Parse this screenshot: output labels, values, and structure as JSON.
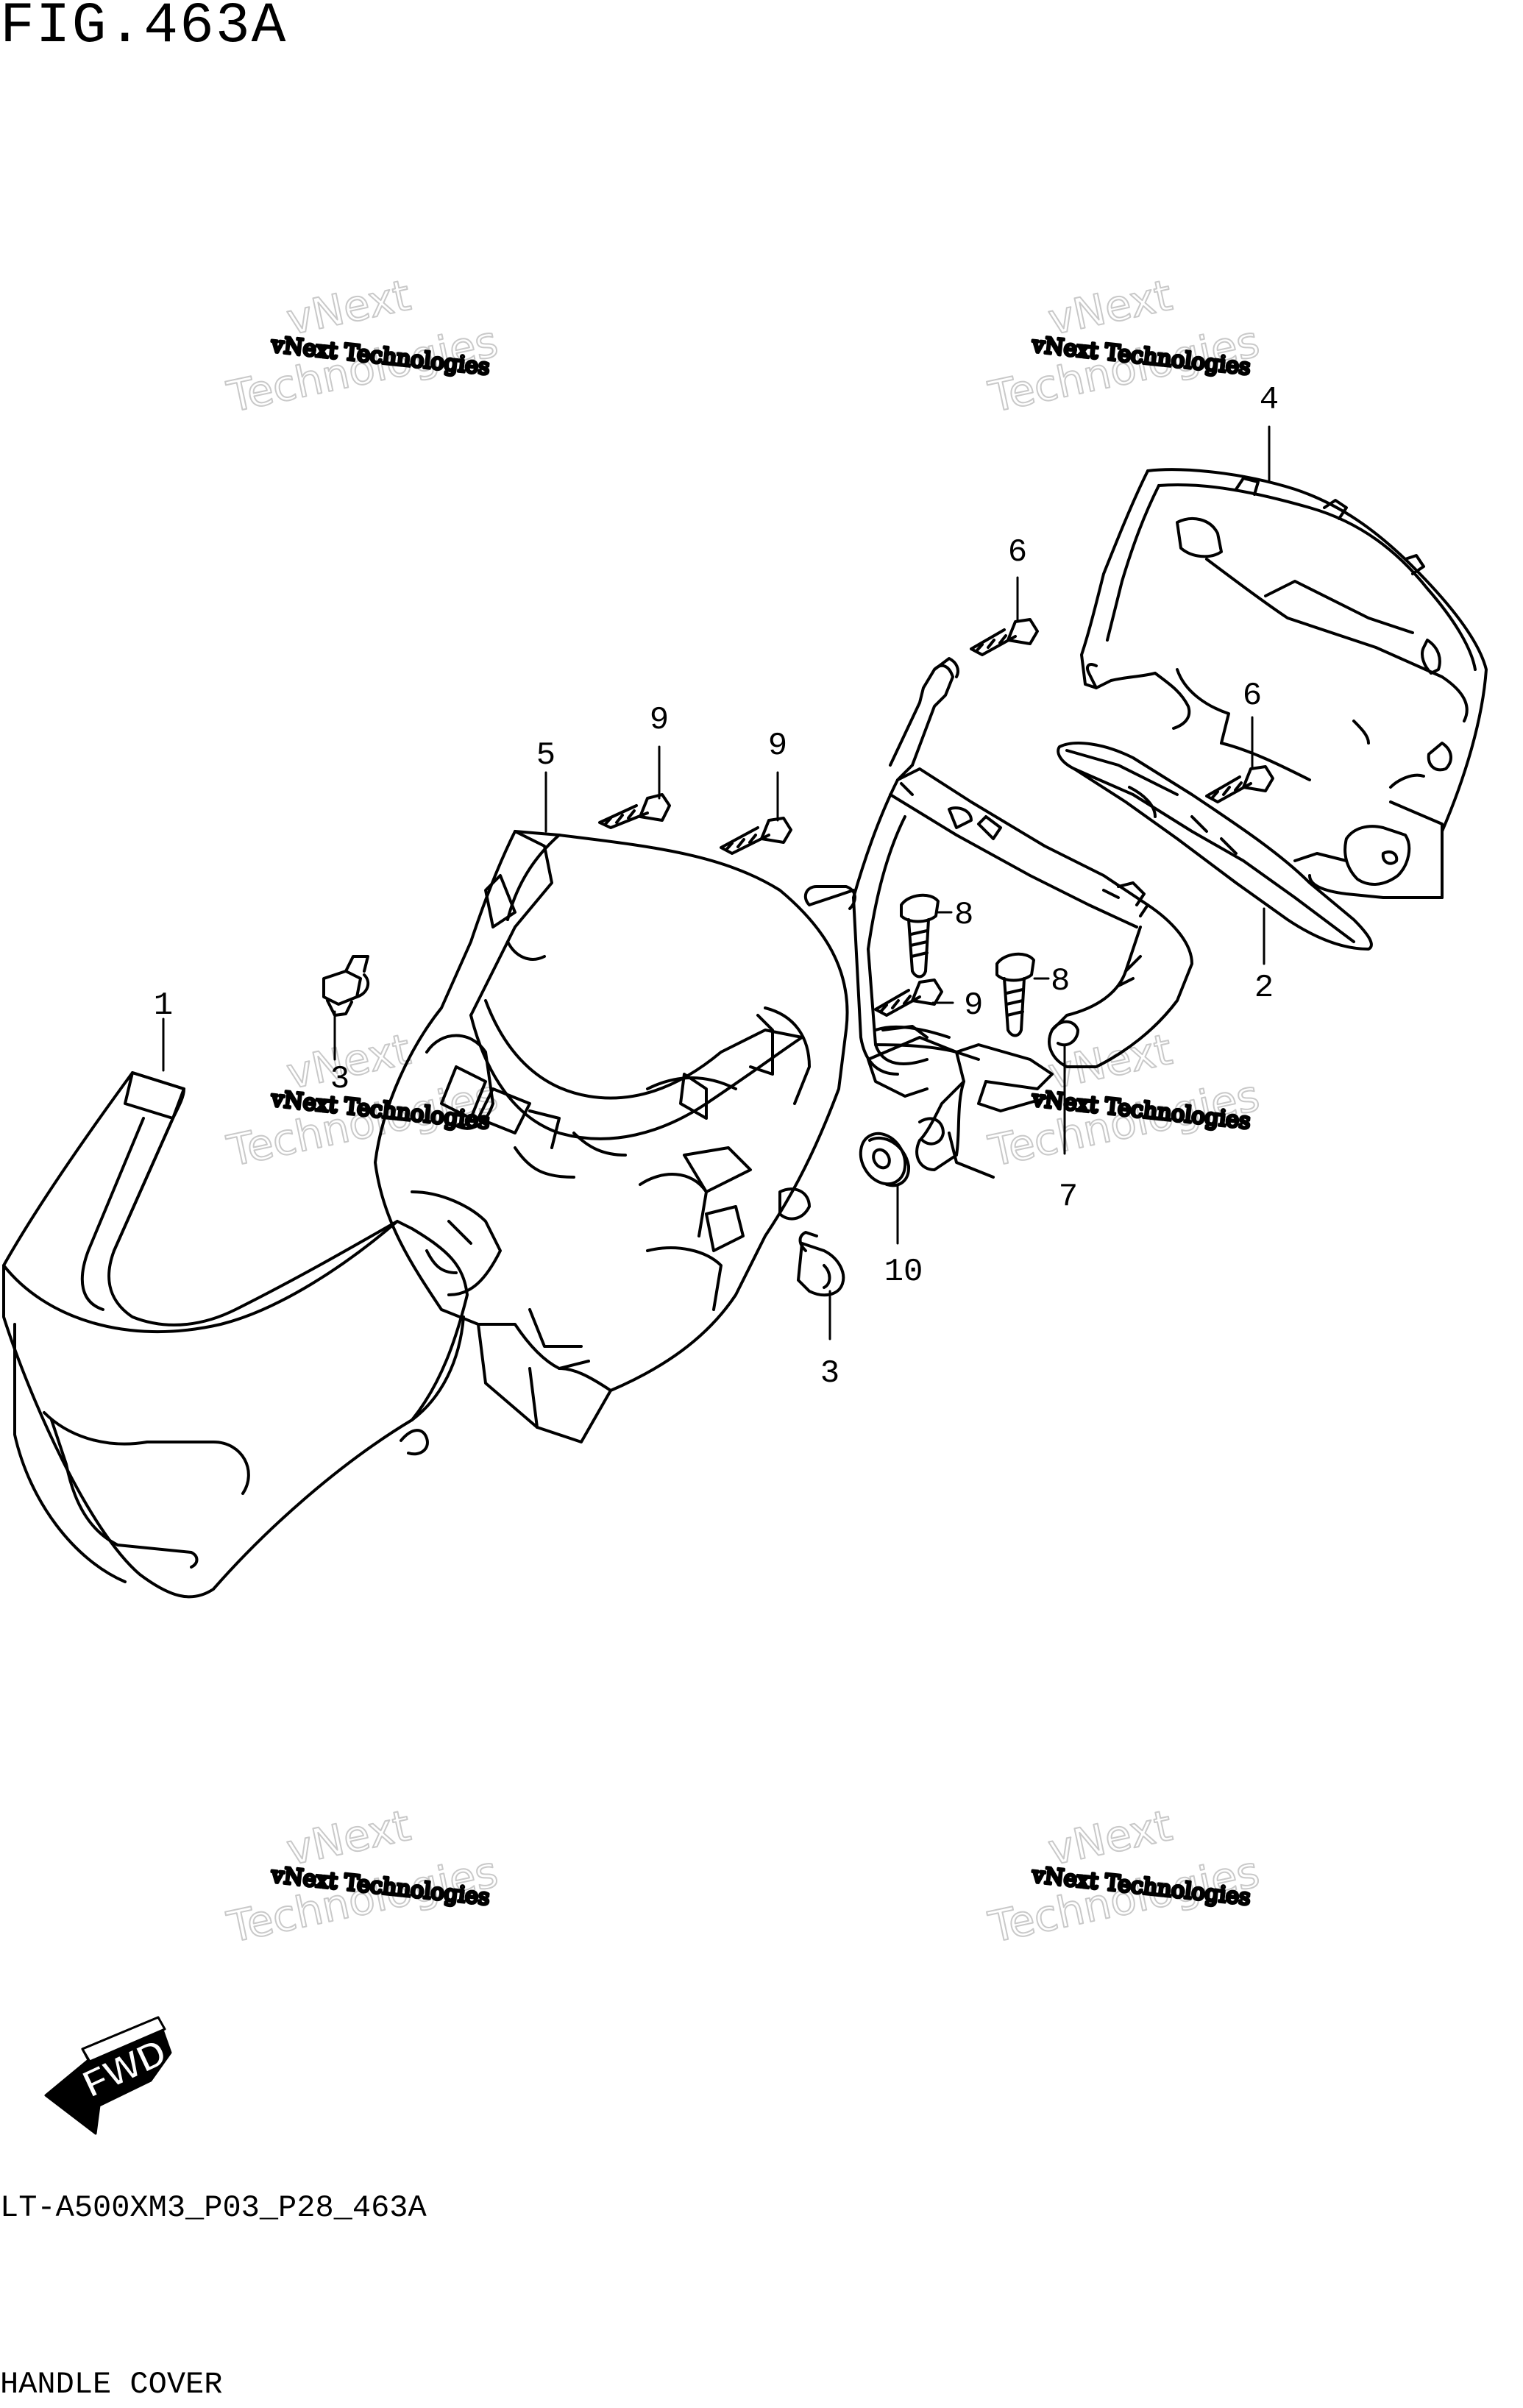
{
  "figure": {
    "title": "FIG.463A",
    "drawing_code": "LT-A500XM3_P03_P28_463A",
    "section_name": "HANDLE COVER"
  },
  "watermark": {
    "line1": "vNext Technologies",
    "line2": "vNext",
    "line3": "Technologies"
  },
  "direction_marker": {
    "label": "FWD"
  },
  "callouts": {
    "c1": "1",
    "c2": "2",
    "c3a": "3",
    "c3b": "3",
    "c4": "4",
    "c5": "5",
    "c6a": "6",
    "c6b": "6",
    "c7": "7",
    "c8a": "8",
    "c8b": "8",
    "c9a": "9",
    "c9b": "9",
    "c9c": "9",
    "c10": "10"
  }
}
